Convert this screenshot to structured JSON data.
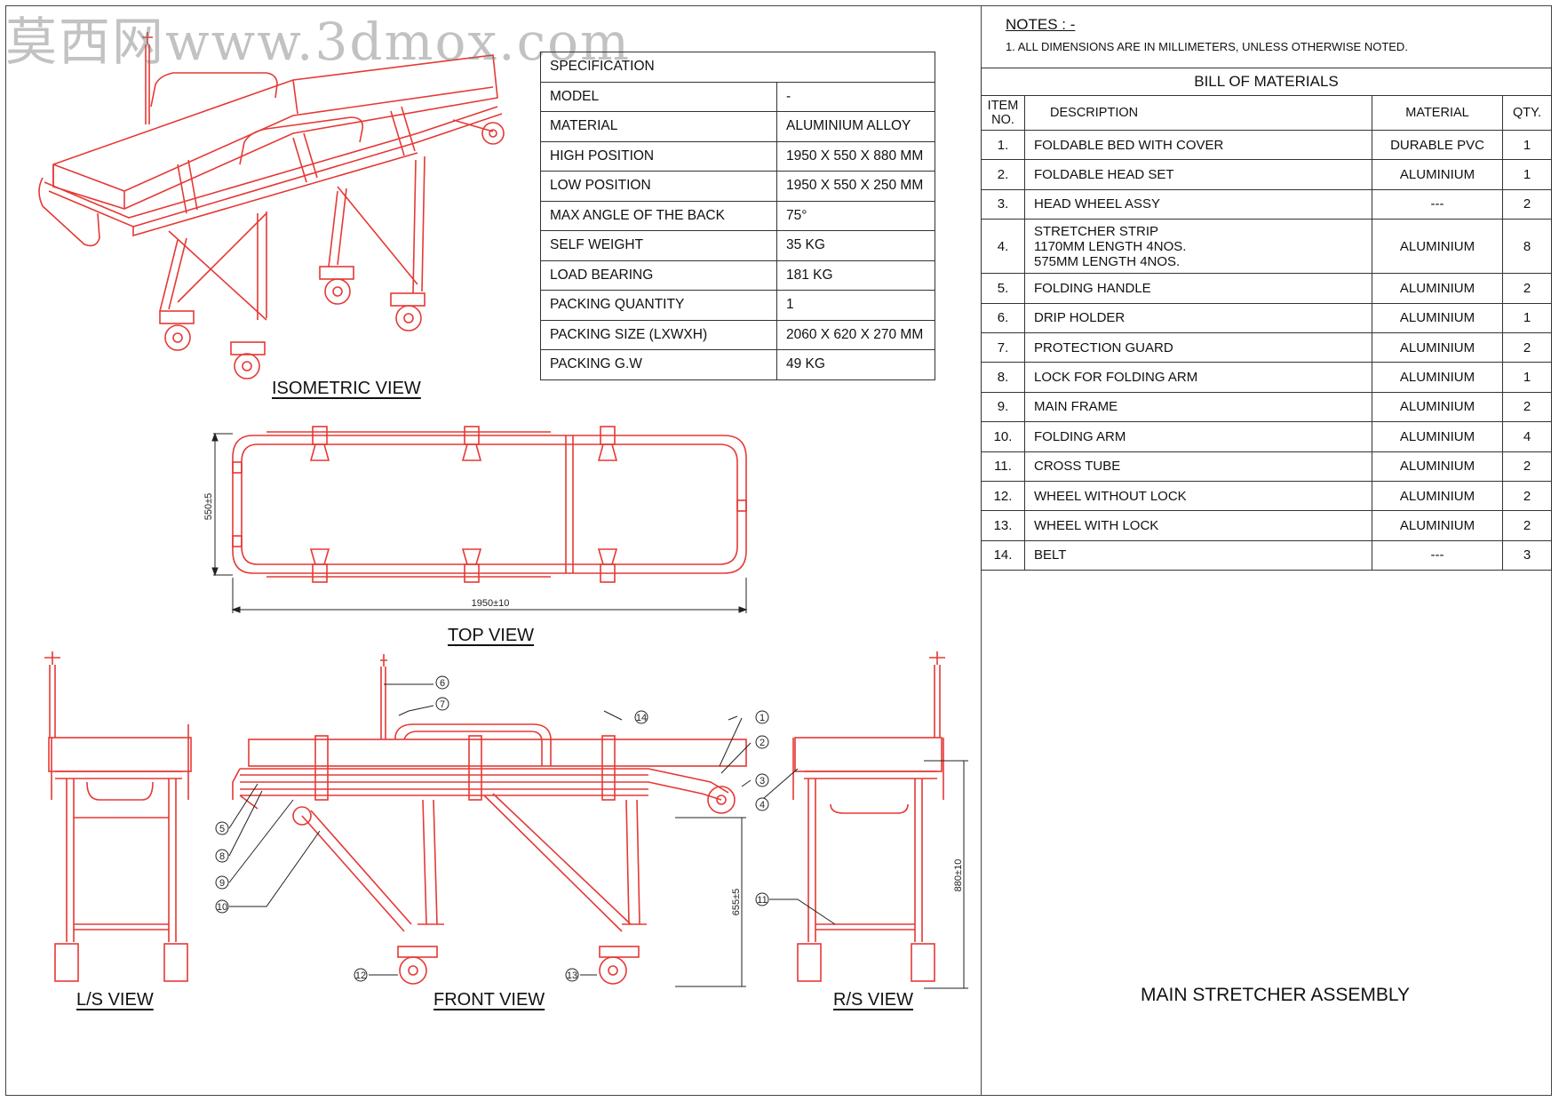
{
  "watermark": "莫西网www.3dmox.com",
  "views": {
    "isometric": "ISOMETRIC VIEW",
    "top": "TOP VIEW",
    "left": "L/S VIEW",
    "front": "FRONT VIEW",
    "right": "R/S VIEW"
  },
  "dimensions": {
    "width": "550±5",
    "length": "1950±10",
    "seat_height": "655±5",
    "total_height": "880±10"
  },
  "balloons": [
    "1",
    "2",
    "3",
    "4",
    "5",
    "6",
    "7",
    "8",
    "9",
    "10",
    "11",
    "12",
    "13",
    "14"
  ],
  "specification": {
    "title": "SPECIFICATION",
    "rows": [
      {
        "key": "MODEL",
        "value": "-"
      },
      {
        "key": "MATERIAL",
        "value": "ALUMINIUM ALLOY"
      },
      {
        "key": "HIGH POSITION",
        "value": "1950 X 550 X 880 MM"
      },
      {
        "key": "LOW POSITION",
        "value": "1950 X 550 X 250 MM"
      },
      {
        "key": "MAX ANGLE OF THE BACK",
        "value": "75°"
      },
      {
        "key": "SELF WEIGHT",
        "value": "35 KG"
      },
      {
        "key": "LOAD BEARING",
        "value": "181 KG"
      },
      {
        "key": "PACKING QUANTITY",
        "value": "1"
      },
      {
        "key": "PACKING SIZE (LXWXH)",
        "value": "2060 X 620 X 270 MM"
      },
      {
        "key": "PACKING G.W",
        "value": "49 KG"
      }
    ]
  },
  "notes": {
    "title": "NOTES : -",
    "items": [
      "1. ALL DIMENSIONS ARE IN MILLIMETERS, UNLESS OTHERWISE NOTED."
    ]
  },
  "bom": {
    "title": "BILL OF MATERIALS",
    "headers": {
      "item": "ITEM NO.",
      "description": "DESCRIPTION",
      "material": "MATERIAL",
      "qty": "QTY."
    },
    "rows": [
      {
        "no": "1.",
        "desc": "FOLDABLE BED WITH COVER",
        "mat": "DURABLE PVC",
        "qty": "1"
      },
      {
        "no": "2.",
        "desc": "FOLDABLE HEAD SET",
        "mat": "ALUMINIUM",
        "qty": "1"
      },
      {
        "no": "3.",
        "desc": "HEAD WHEEL ASSY",
        "mat": "---",
        "qty": "2"
      },
      {
        "no": "4.",
        "desc": "STRETCHER STRIP",
        "desc2": "1170MM LENGTH 4NOS.",
        "desc3": "575MM LENGTH 4NOS.",
        "mat": "ALUMINIUM",
        "qty": "8"
      },
      {
        "no": "5.",
        "desc": "FOLDING HANDLE",
        "mat": "ALUMINIUM",
        "qty": "2"
      },
      {
        "no": "6.",
        "desc": "DRIP HOLDER",
        "mat": "ALUMINIUM",
        "qty": "1"
      },
      {
        "no": "7.",
        "desc": "PROTECTION GUARD",
        "mat": "ALUMINIUM",
        "qty": "2"
      },
      {
        "no": "8.",
        "desc": "LOCK FOR FOLDING ARM",
        "mat": "ALUMINIUM",
        "qty": "1"
      },
      {
        "no": "9.",
        "desc": "MAIN FRAME",
        "mat": "ALUMINIUM",
        "qty": "2"
      },
      {
        "no": "10.",
        "desc": "FOLDING ARM",
        "mat": "ALUMINIUM",
        "qty": "4"
      },
      {
        "no": "11.",
        "desc": "CROSS TUBE",
        "mat": "ALUMINIUM",
        "qty": "2"
      },
      {
        "no": "12.",
        "desc": "WHEEL WITHOUT LOCK",
        "mat": "ALUMINIUM",
        "qty": "2"
      },
      {
        "no": "13.",
        "desc": "WHEEL WITH LOCK",
        "mat": "ALUMINIUM",
        "qty": "2"
      },
      {
        "no": "14.",
        "desc": "BELT",
        "mat": "---",
        "qty": "3"
      }
    ]
  },
  "assembly_title": "MAIN STRETCHER ASSEMBLY",
  "colors": {
    "drawing": "#e53935",
    "line": "#222222"
  }
}
